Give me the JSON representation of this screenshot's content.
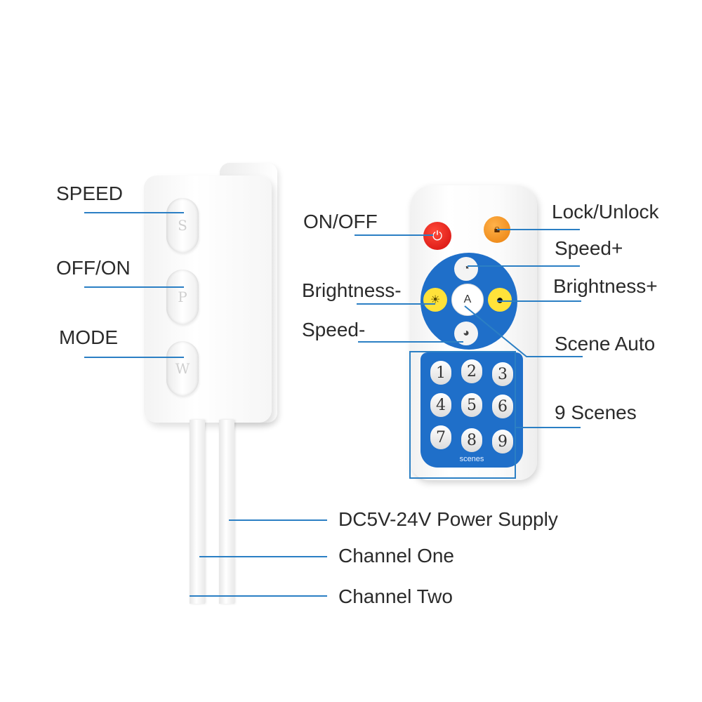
{
  "controller": {
    "buttons": [
      "S",
      "P",
      "W"
    ],
    "labels": {
      "speed": "SPEED",
      "off_on": "OFF/ON",
      "mode": "MODE"
    }
  },
  "remote": {
    "labels": {
      "on_off": "ON/OFF",
      "lock_unlock": "Lock/Unlock",
      "speed_plus": "Speed+",
      "brightness_minus": "Brightness-",
      "brightness_plus": "Brightness+",
      "speed_minus": "Speed-",
      "scene_auto": "Scene Auto",
      "nine_scenes": "9 Scenes"
    },
    "auto_glyph": "A",
    "scene_numbers": [
      "1",
      "2",
      "3",
      "4",
      "5",
      "6",
      "7",
      "8",
      "9"
    ],
    "scenes_caption": "scenes"
  },
  "cables": {
    "power": "DC5V-24V Power Supply",
    "channel_one": "Channel One",
    "channel_two": "Channel Two"
  },
  "colors": {
    "accent_line": "#2b7fc4",
    "remote_blue": "#1f6fc9",
    "power_red": "#e01b12",
    "lock_orange": "#f28c18",
    "brightness_yellow": "#ffe23a"
  }
}
